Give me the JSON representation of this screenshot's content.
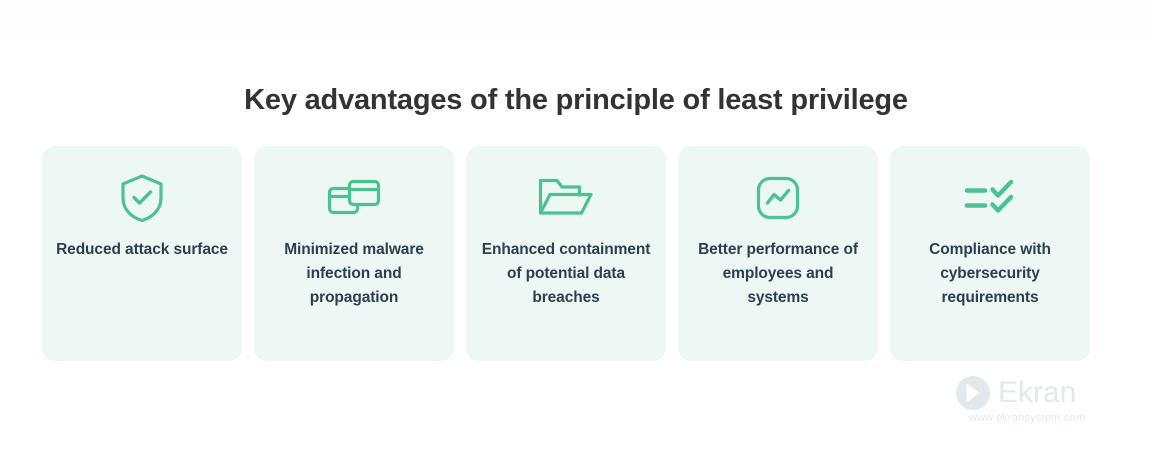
{
  "page": {
    "title": "Key advantages of the principle of least privilege",
    "background_color": "#ffffff",
    "card_background_color": "#edf8f4",
    "accent_color": "#4cc292",
    "text_color": "#2d3e50",
    "title_color": "#333333"
  },
  "cards": [
    {
      "icon": "shield-check-icon",
      "label": "Reduced attack surface"
    },
    {
      "icon": "overlapping-windows-icon",
      "label": "Minimized malware infection and propagation"
    },
    {
      "icon": "open-folder-icon",
      "label": "Enhanced containment of potential data breaches"
    },
    {
      "icon": "performance-chart-icon",
      "label": "Better performance of employees and systems"
    },
    {
      "icon": "checklist-icon",
      "label": "Compliance with cybersecurity requirements"
    }
  ],
  "watermark": {
    "brand": "Ekran",
    "url": "www.ekransystem.com",
    "mark": "chevron-circle-icon",
    "color": "#e2e8ec"
  }
}
